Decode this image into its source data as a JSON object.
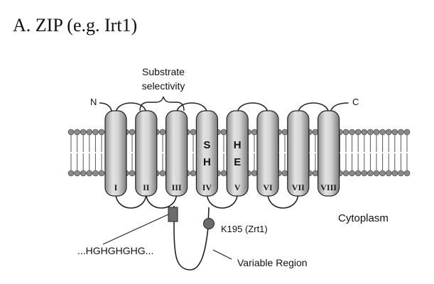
{
  "figure": {
    "title": "A.  ZIP (e.g. Irt1)",
    "substrate_label_line1": "Substrate",
    "substrate_label_line2": "selectivity",
    "n_terminus": "N",
    "c_terminus": "C",
    "cytoplasm_label": "Cytoplasm",
    "lysine_label": "K195 (Zrt1)",
    "motif_label": "...HGHGHGHG...",
    "variable_region_label": "Variable Region",
    "helices": [
      {
        "numeral": "I",
        "letters": []
      },
      {
        "numeral": "II",
        "letters": []
      },
      {
        "numeral": "III",
        "letters": []
      },
      {
        "numeral": "IV",
        "letters": [
          "S",
          "H"
        ]
      },
      {
        "numeral": "V",
        "letters": [
          "H",
          "E"
        ]
      },
      {
        "numeral": "VI",
        "letters": []
      },
      {
        "numeral": "VII",
        "letters": []
      },
      {
        "numeral": "VIII",
        "letters": []
      }
    ]
  }
}
